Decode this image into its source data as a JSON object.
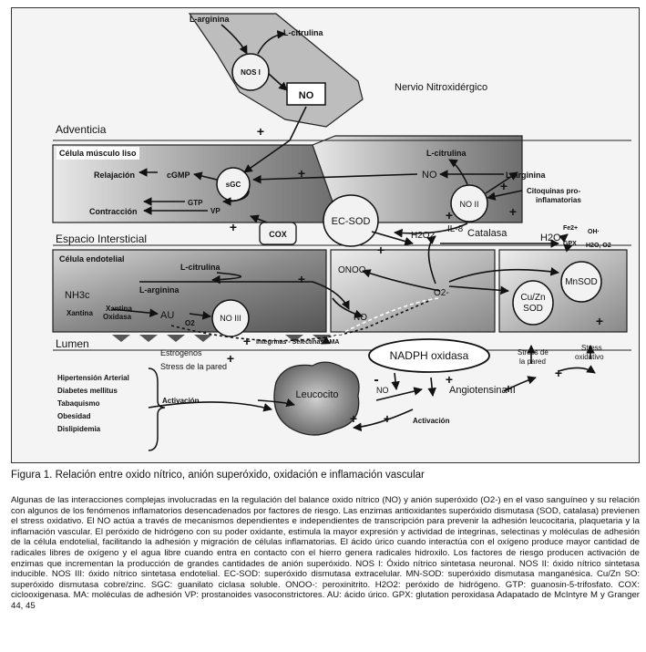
{
  "diagram": {
    "nos1": "NOS I",
    "no_top": "NO",
    "l_arginina_top": "L-arginina",
    "l_citrulina_top": "L-citrulina",
    "nervio": "Nervio Nitroxidérgico",
    "adventicia": "Adventicia",
    "celula_musculo": "Célula músculo liso",
    "relajacion": "Relajación",
    "cgmp": "cGMP",
    "sgc": "sGC",
    "gtp": "GTP",
    "contraccion": "Contracción",
    "vp": "VP",
    "no_mid": "NO",
    "l_citrulina_mid": "L-citrulina",
    "l_arginina_mid": "L-arginina",
    "nos2": "NO II",
    "citoquinas1": "Citoquinas pro-",
    "citoquinas2": "inflamatorias",
    "ec_sod": "EC-SOD",
    "cox": "COX",
    "h2o2": "H2O2",
    "il8": "IL-8",
    "catalasa": "Catalasa",
    "h2o": "H2O",
    "fe": "Fe2+",
    "oh": "OH·",
    "gpx": "GPX",
    "h2o_o2": "H2O, O2",
    "espacio": "Espacio Intersticial",
    "celula_endo": "Célula endotelial",
    "l_citrulina_endo": "L-citrulina",
    "nh3c": "NH3c",
    "l_arginina_endo": "L-arginina",
    "xantina": "Xantina",
    "xantina_ox1": "Xantina",
    "xantina_ox2": "Oxidasa",
    "au": "AU",
    "o2_small": "O2",
    "nos3": "NO III",
    "onoo": "ONOO-",
    "no_endo": "NO",
    "o2_rad": "O2-",
    "cuzn1": "Cu/Zn",
    "cuzn2": "SOD",
    "mnsod": "MnSOD",
    "lumen": "Lumen",
    "integrinas": "Integrinas - Selectinas - MA",
    "nadph": "NADPH oxidasa",
    "estrogenos": "Estrógenos",
    "stress_pared": "Stress de la pared",
    "stress_pared2a": "Stress de",
    "stress_pared2b": "la pared",
    "stress_ox1": "Stress",
    "stress_ox2": "oxidativo",
    "leucocito": "Leucocito",
    "no_bottom": "NO",
    "angiotensina": "Angiotensina II",
    "activacion1": "Activación",
    "activacion2": "Activación",
    "minus": "-",
    "plus": "+",
    "risk_factors": [
      "Hipertensión Arterial",
      "Diabetes mellitus",
      "Tabaquismo",
      "Obesidad",
      "Dislipidemia"
    ]
  },
  "caption": "Figura 1. Relación entre oxido nítrico, anión superóxido, oxidación e inflamación vascular",
  "body_text": "Algunas de las interacciones complejas involucradas en la regulación del balance oxido nítrico (NO) y anión superóxido (O2-) en el vaso sanguíneo y su relación con algunos de los fenómenos inflamatorios desencadenados por factores de riesgo. Las enzimas antioxidantes superóxido dismutasa (SOD, catalasa) previenen el stress oxidativo. El NO actúa a través de mecanismos dependientes e independientes de transcripción para prevenir la adhesión leucocitaria, plaquetaria y la inflamación vascular. El peróxido de hidrógeno con su poder oxidante, estimula la mayor expresión y actividad de integrinas, selectinas y moléculas de adhesión de la célula endotelial, facilitando la adhesión y migración de células inflamatorias. El ácido úrico cuando interactúa con el oxígeno produce mayor cantidad de radicales libres de oxígeno y el agua libre cuando entra en contacto con el hierro genera radicales hidroxilo. Los factores de riesgo producen activación de enzimas que incrementan la producción de grandes cantidades de anión superóxido. NOS I: Óxido nítrico sintetasa neuronal. NOS II: óxido nítrico sintetasa inducible. NOS III: óxido nítrico sintetasa endotelial. EC-SOD: superóxido dismutasa extracelular. MN-SOD: superóxido dismutasa manganésica. Cu/Zn SO: superóxido dismutasa cobre/zinc. SGC: guanilato ciclasa soluble. ONOO-: peroxinitrito. H2O2: peróxido de hidrógeno. GTP: guanosin-5-trifosfato. COX: ciclooxigenasa. MA: moléculas de adhesión VP: prostanoides vasoconstrictores. AU: ácido úrico. GPX: glutation peroxidasa Adapatado de McIntyre M y Granger 44, 45"
}
